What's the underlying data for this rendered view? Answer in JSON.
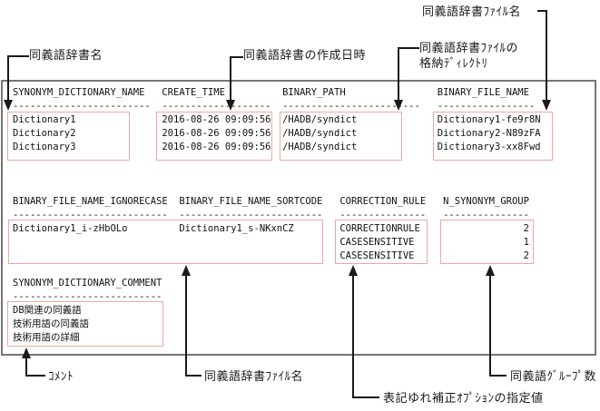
{
  "console_output": {
    "block1": {
      "headers": [
        "SYNONYM_DICTIONARY_NAME",
        "CREATE_TIME",
        "BINARY_PATH",
        "BINARY_FILE_NAME"
      ],
      "rows": [
        [
          "Dictionary1",
          "2016-08-26 09:09:56",
          "/HADB/syndict",
          "Dictionary1-fe9r8N"
        ],
        [
          "Dictionary2",
          "2016-08-26 09:09:56",
          "/HADB/syndict",
          "Dictionary2-N89zFA"
        ],
        [
          "Dictionary3",
          "2016-08-26 09:09:56",
          "/HADB/syndict",
          "Dictionary3-xx8Fwd"
        ]
      ],
      "lines": [
        "SYNONYM_DICTIONARY_NAME   CREATE_TIME          BINARY_PATH                BINARY_FILE_NAME",
        "------------------------  -------------------  ------------------------   -----------------",
        "Dictionary1               2016-08-26 09:09:56  /HADB/syndict              Dictionary1-fe9r8N",
        "Dictionary2               2016-08-26 09:09:56  /HADB/syndict              Dictionary2-N89zFA",
        "Dictionary3               2016-08-26 09:09:56  /HADB/syndict              Dictionary3-xx8Fwd"
      ]
    },
    "block2": {
      "headers": [
        "BINARY_FILE_NAME_IGNORECASE",
        "BINARY_FILE_NAME_SORTCODE",
        "CORRECTION_RULE",
        "N_SYNONYM_GROUP"
      ],
      "rows": [
        [
          "Dictionary1_i-zHbOLo",
          "Dictionary1_s-NKxnCZ",
          "CORRECTIONRULE",
          "2"
        ],
        [
          "",
          "",
          "CASESENSITIVE",
          "1"
        ],
        [
          "",
          "",
          "CASESENSITIVE",
          "2"
        ]
      ],
      "lines": [
        "BINARY_FILE_NAME_IGNORECASE  BINARY_FILE_NAME_SORTCODE   CORRECTION_RULE   N_SYNONYM_GROUP",
        "---------------------------  -------------------------   ---------------   ---------------",
        "Dictionary1_i-zHbOLo         Dictionary1_s-NKxnCZ        CORRECTIONRULE                  2",
        "                                                         CASESENSITIVE                   1",
        "                                                         CASESENSITIVE                   2"
      ]
    },
    "block3": {
      "headers": [
        "SYNONYM_DICTIONARY_COMMENT"
      ],
      "rows": [
        [
          "DB関連の同義語"
        ],
        [
          "技術用語の同義語"
        ],
        [
          "技術用語の詳細"
        ]
      ],
      "lines": [
        "SYNONYM_DICTIONARY_COMMENT",
        "--------------------------",
        "DB関連の同義語",
        "技術用語の同義語",
        "技術用語の詳細"
      ]
    }
  },
  "callouts": {
    "dictionary_name": "同義語辞書名",
    "create_time": "同義語辞書の作成日時",
    "file_dir_line1": "同義語辞書ﾌｧｲﾙの",
    "file_dir_line2": "格納ﾃﾞｨﾚｸﾄﾘ",
    "file_name_top": "同義語辞書ﾌｧｲﾙ名",
    "comment": "ｺﾒﾝﾄ",
    "file_name_bottom": "同義語辞書ﾌｧｲﾙ名",
    "correction_option": "表記ゆれ補正ｵﾌﾟｼｮﾝの指定値",
    "group_count": "同義語ｸﾞﾙｰﾌﾟ数"
  },
  "colors": {
    "highlight_border": "#f4a6a0",
    "frame_border": "#757575",
    "line_color": "#1a1a1a"
  }
}
